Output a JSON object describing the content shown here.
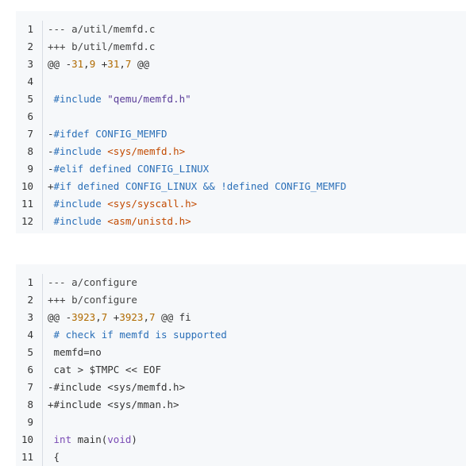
{
  "blocks": [
    {
      "id": "block-1",
      "lines": [
        {
          "n": "1",
          "tokens": [
            {
              "t": "--- a/util/memfd.c",
              "c": "hdr"
            }
          ]
        },
        {
          "n": "2",
          "tokens": [
            {
              "t": "+++ b/util/memfd.c",
              "c": "hdr"
            }
          ]
        },
        {
          "n": "3",
          "tokens": [
            {
              "t": "@@ -",
              "c": "plain"
            },
            {
              "t": "31",
              "c": "num"
            },
            {
              "t": ",",
              "c": "plain"
            },
            {
              "t": "9",
              "c": "num"
            },
            {
              "t": " +",
              "c": "plain"
            },
            {
              "t": "31",
              "c": "num"
            },
            {
              "t": ",",
              "c": "plain"
            },
            {
              "t": "7",
              "c": "num"
            },
            {
              "t": " @@",
              "c": "plain"
            }
          ]
        },
        {
          "n": "4",
          "tokens": [
            {
              "t": "",
              "c": "plain"
            }
          ]
        },
        {
          "n": "5",
          "tokens": [
            {
              "t": " ",
              "c": "plain"
            },
            {
              "t": "#include",
              "c": "kw"
            },
            {
              "t": " ",
              "c": "plain"
            },
            {
              "t": "\"qemu/memfd.h\"",
              "c": "str"
            }
          ]
        },
        {
          "n": "6",
          "tokens": [
            {
              "t": "",
              "c": "plain"
            }
          ]
        },
        {
          "n": "7",
          "tokens": [
            {
              "t": "-",
              "c": "plain"
            },
            {
              "t": "#ifdef",
              "c": "kw"
            },
            {
              "t": " CONFIG_MEMFD",
              "c": "kw"
            }
          ]
        },
        {
          "n": "8",
          "tokens": [
            {
              "t": "-",
              "c": "plain"
            },
            {
              "t": "#include",
              "c": "kw"
            },
            {
              "t": " ",
              "c": "plain"
            },
            {
              "t": "<sys/memfd.h>",
              "c": "inc"
            }
          ]
        },
        {
          "n": "9",
          "tokens": [
            {
              "t": "-",
              "c": "plain"
            },
            {
              "t": "#elif defined CONFIG_LINUX",
              "c": "kw"
            }
          ]
        },
        {
          "n": "10",
          "tokens": [
            {
              "t": "+",
              "c": "plain"
            },
            {
              "t": "#if defined CONFIG_LINUX && !defined CONFIG_MEMFD",
              "c": "kw"
            }
          ]
        },
        {
          "n": "11",
          "tokens": [
            {
              "t": " ",
              "c": "plain"
            },
            {
              "t": "#include",
              "c": "kw"
            },
            {
              "t": " ",
              "c": "plain"
            },
            {
              "t": "<sys/syscall.h>",
              "c": "inc"
            }
          ]
        },
        {
          "n": "12",
          "tokens": [
            {
              "t": " ",
              "c": "plain"
            },
            {
              "t": "#include",
              "c": "kw"
            },
            {
              "t": " ",
              "c": "plain"
            },
            {
              "t": "<asm/unistd.h>",
              "c": "inc"
            }
          ]
        }
      ]
    },
    {
      "id": "block-2",
      "lines": [
        {
          "n": "1",
          "tokens": [
            {
              "t": "--- a/configure",
              "c": "hdr"
            }
          ]
        },
        {
          "n": "2",
          "tokens": [
            {
              "t": "+++ b/configure",
              "c": "hdr"
            }
          ]
        },
        {
          "n": "3",
          "tokens": [
            {
              "t": "@@ -",
              "c": "plain"
            },
            {
              "t": "3923",
              "c": "num"
            },
            {
              "t": ",",
              "c": "plain"
            },
            {
              "t": "7",
              "c": "num"
            },
            {
              "t": " +",
              "c": "plain"
            },
            {
              "t": "3923",
              "c": "num"
            },
            {
              "t": ",",
              "c": "plain"
            },
            {
              "t": "7",
              "c": "num"
            },
            {
              "t": " @@ fi",
              "c": "plain"
            }
          ]
        },
        {
          "n": "4",
          "tokens": [
            {
              "t": " ",
              "c": "plain"
            },
            {
              "t": "# check if memfd is supported",
              "c": "kw"
            }
          ]
        },
        {
          "n": "5",
          "tokens": [
            {
              "t": " memfd=no",
              "c": "plain"
            }
          ]
        },
        {
          "n": "6",
          "tokens": [
            {
              "t": " cat > $TMPC << EOF",
              "c": "plain"
            }
          ]
        },
        {
          "n": "7",
          "tokens": [
            {
              "t": "-#include <sys/memfd.h>",
              "c": "plain"
            }
          ]
        },
        {
          "n": "8",
          "tokens": [
            {
              "t": "+#include <sys/mman.h>",
              "c": "plain"
            }
          ]
        },
        {
          "n": "9",
          "tokens": [
            {
              "t": "",
              "c": "plain"
            }
          ]
        },
        {
          "n": "10",
          "tokens": [
            {
              "t": " ",
              "c": "plain"
            },
            {
              "t": "int",
              "c": "type"
            },
            {
              "t": " main(",
              "c": "plain"
            },
            {
              "t": "void",
              "c": "type"
            },
            {
              "t": ")",
              "c": "plain"
            }
          ]
        },
        {
          "n": "11",
          "tokens": [
            {
              "t": " {",
              "c": "plain"
            }
          ]
        }
      ]
    }
  ]
}
